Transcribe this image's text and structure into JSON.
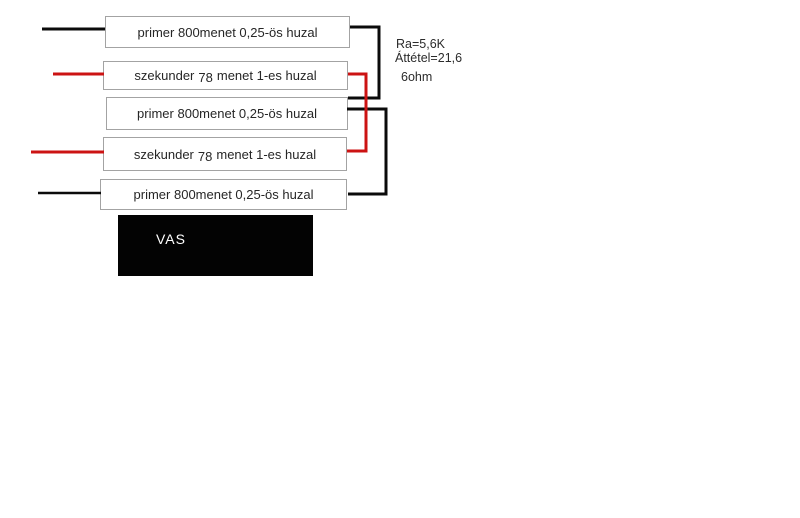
{
  "diagram": {
    "windings": [
      {
        "kind": "primer",
        "label": "primer 800menet 0,25-ös huzal"
      },
      {
        "kind": "szekunder",
        "prefix": "szekunder",
        "turns": "78",
        "suffix": "menet 1-es huzal"
      },
      {
        "kind": "primer",
        "label": "primer 800menet 0,25-ös huzal"
      },
      {
        "kind": "szekunder",
        "prefix": "szekunder",
        "turns": "78",
        "suffix": "menet 1-es huzal"
      },
      {
        "kind": "primer",
        "label": "primer 800menet 0,25-ös huzal"
      }
    ],
    "core": {
      "label": "VAS"
    },
    "annotations": {
      "ra": "Ra=5,6K",
      "attetel": "Áttétel=21,6",
      "impedance": "6ohm"
    },
    "colors": {
      "wire_black": "#0b0b0b",
      "wire_red": "#cc1313",
      "box_border": "#a3a3a3",
      "core_fill": "#030303",
      "core_text": "#ffffff",
      "label_text": "#262626"
    }
  }
}
